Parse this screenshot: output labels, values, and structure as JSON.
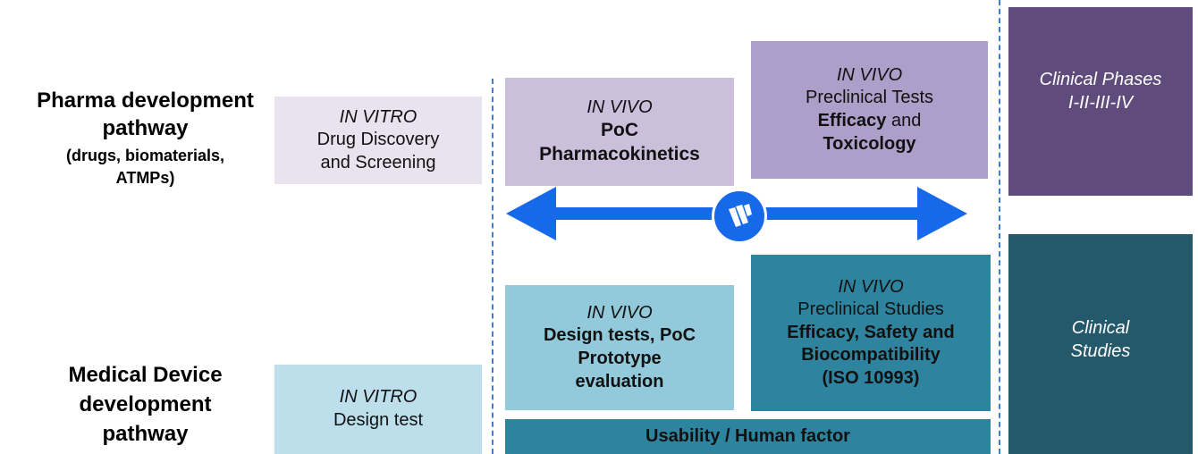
{
  "left_labels": {
    "pharma": {
      "title_1": "Pharma development",
      "title_2": "pathway",
      "sub_1": "(drugs, biomaterials,",
      "sub_2": "ATMPs)"
    },
    "device": {
      "title_1": "Medical Device",
      "title_2": "development",
      "title_3": "pathway"
    }
  },
  "pharma_row": {
    "in_vitro": {
      "tag": "IN VITRO",
      "line1": "Drug Discovery",
      "line2": "and Screening"
    },
    "poc": {
      "tag": "IN VIVO",
      "line1": "PoC",
      "line2": "Pharmacokinetics"
    },
    "preclinical": {
      "tag": "IN VIVO",
      "line1": "Preclinical Tests",
      "line2_bold": "Efficacy",
      "line2_rest": " and",
      "line3": "Toxicology"
    },
    "clinical": {
      "line1": "Clinical Phases",
      "line2": "I-II-III-IV"
    }
  },
  "device_row": {
    "in_vitro": {
      "tag": "IN VITRO",
      "line1": "Design test"
    },
    "design": {
      "tag": "IN VIVO",
      "line1": "Design tests, PoC",
      "line2": "Prototype",
      "line3": "evaluation"
    },
    "preclinical": {
      "tag": "IN VIVO",
      "line1": "Preclinical Studies",
      "line2": "Efficacy, Safety and",
      "line3": "Biocompatibility",
      "line4": "(ISO 10993)"
    },
    "usability": {
      "label": "Usability / Human factor"
    },
    "clinical": {
      "line1": "Clinical",
      "line2": "Studies"
    }
  },
  "colors": {
    "lavender_light": "#e8e3ef",
    "lavender_mid": "#cbbfdc",
    "lavender": "#ad9fc9",
    "purple_dark": "#5f4b7c",
    "blue_light": "#bcdfeb",
    "blue_mid": "#92cadb",
    "teal": "#2e849f",
    "teal_dark": "#23596a",
    "arrow_blue": "#1669e8",
    "divider_blue": "#3f7fd1"
  },
  "icons": {
    "logo": "brand-logo-icon",
    "arrow": "double-arrow-icon"
  }
}
